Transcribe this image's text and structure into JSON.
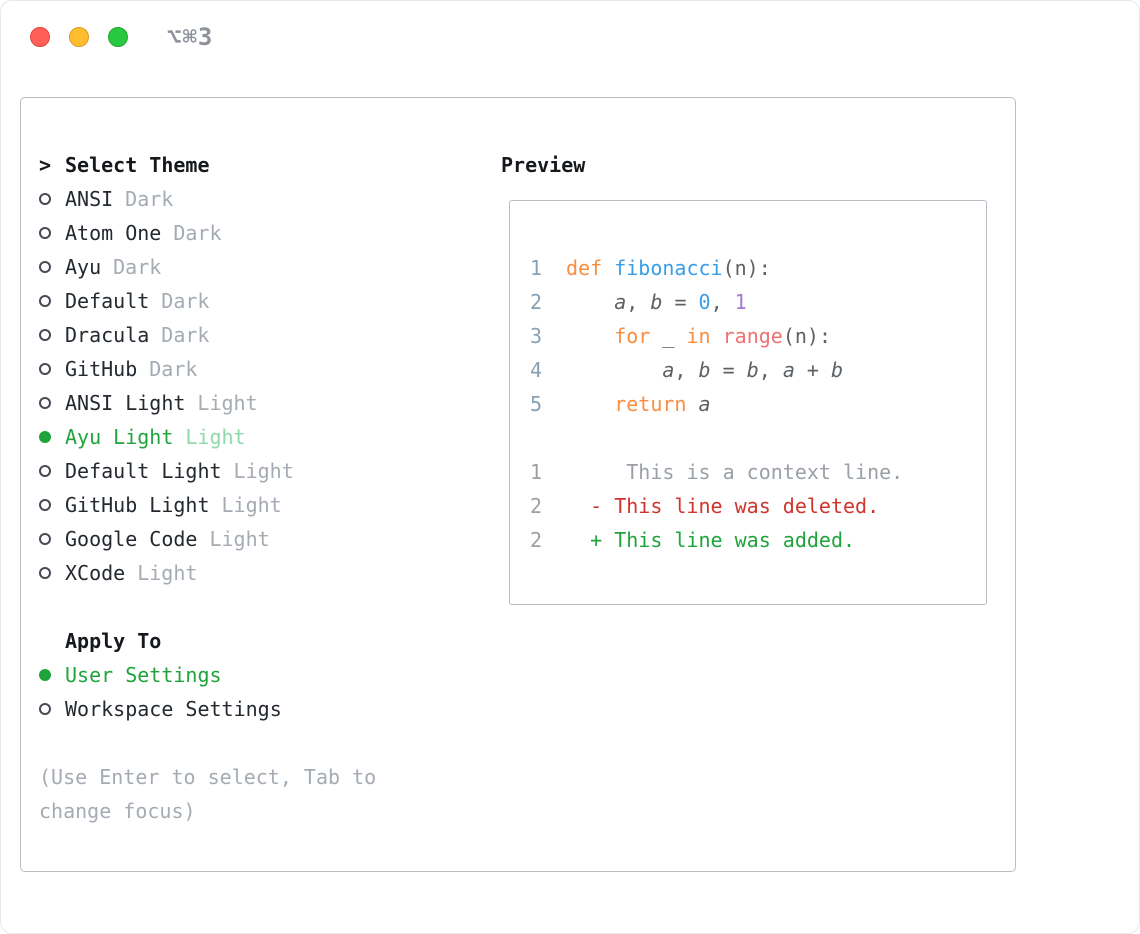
{
  "window": {
    "shortcut_title": "⌥⌘3"
  },
  "palette": {
    "accent_green": "#1fa43c",
    "muted_gray": "#a5abb3",
    "text_black": "#24292f",
    "border_gray": "#b8bec6",
    "keyword_orange": "#fa8d3e",
    "function_blue": "#399ee6",
    "number_purple": "#a37acc",
    "builtin_coral": "#f07171",
    "deleted_red": "#d0342c",
    "added_green": "#1fa43c",
    "traffic_red": "#ff5f57",
    "traffic_yellow": "#febc2e",
    "traffic_green": "#28c840"
  },
  "theme_picker": {
    "header_prefix": ">",
    "header_label": "Select Theme",
    "items": [
      {
        "name": "ANSI",
        "variant": "Dark",
        "selected": false
      },
      {
        "name": "Atom One",
        "variant": "Dark",
        "selected": false
      },
      {
        "name": "Ayu",
        "variant": "Dark",
        "selected": false
      },
      {
        "name": "Default",
        "variant": "Dark",
        "selected": false
      },
      {
        "name": "Dracula",
        "variant": "Dark",
        "selected": false
      },
      {
        "name": "GitHub",
        "variant": "Dark",
        "selected": false
      },
      {
        "name": "ANSI Light",
        "variant": "Light",
        "selected": false
      },
      {
        "name": "Ayu Light",
        "variant": "Light",
        "selected": true
      },
      {
        "name": "Default Light",
        "variant": "Light",
        "selected": false
      },
      {
        "name": "GitHub Light",
        "variant": "Light",
        "selected": false
      },
      {
        "name": "Google Code",
        "variant": "Light",
        "selected": false
      },
      {
        "name": "XCode",
        "variant": "Light",
        "selected": false
      }
    ],
    "apply_to_label": "Apply To",
    "apply_options": [
      {
        "label": "User Settings",
        "selected": true
      },
      {
        "label": "Workspace Settings",
        "selected": false
      }
    ],
    "help_line1": "(Use Enter to select, Tab to",
    "help_line2": "change focus)"
  },
  "preview": {
    "header_label": "Preview",
    "code_lines": [
      {
        "num": "1",
        "tokens": [
          {
            "t": "def ",
            "c": "keyword"
          },
          {
            "t": "fibonacci",
            "c": "function"
          },
          {
            "t": "(n):",
            "c": "default"
          }
        ]
      },
      {
        "num": "2",
        "tokens": [
          {
            "t": "    ",
            "c": "default"
          },
          {
            "t": "a",
            "c": "variable"
          },
          {
            "t": ", ",
            "c": "default"
          },
          {
            "t": "b",
            "c": "variable"
          },
          {
            "t": " = ",
            "c": "default"
          },
          {
            "t": "0",
            "c": "number-blue"
          },
          {
            "t": ", ",
            "c": "default"
          },
          {
            "t": "1",
            "c": "number-purple"
          }
        ]
      },
      {
        "num": "3",
        "tokens": [
          {
            "t": "    ",
            "c": "default"
          },
          {
            "t": "for",
            "c": "keyword"
          },
          {
            "t": " ",
            "c": "default"
          },
          {
            "t": "_",
            "c": "variable"
          },
          {
            "t": " ",
            "c": "default"
          },
          {
            "t": "in",
            "c": "keyword"
          },
          {
            "t": " ",
            "c": "default"
          },
          {
            "t": "range",
            "c": "builtin"
          },
          {
            "t": "(n):",
            "c": "default"
          }
        ]
      },
      {
        "num": "4",
        "tokens": [
          {
            "t": "        ",
            "c": "default"
          },
          {
            "t": "a",
            "c": "variable"
          },
          {
            "t": ", ",
            "c": "default"
          },
          {
            "t": "b",
            "c": "variable"
          },
          {
            "t": " = ",
            "c": "default"
          },
          {
            "t": "b",
            "c": "variable"
          },
          {
            "t": ", ",
            "c": "default"
          },
          {
            "t": "a",
            "c": "variable"
          },
          {
            "t": " + ",
            "c": "default"
          },
          {
            "t": "b",
            "c": "variable"
          }
        ]
      },
      {
        "num": "5",
        "tokens": [
          {
            "t": "    ",
            "c": "default"
          },
          {
            "t": "return",
            "c": "keyword"
          },
          {
            "t": " ",
            "c": "default"
          },
          {
            "t": "a",
            "c": "variable"
          }
        ]
      }
    ],
    "diff_lines": [
      {
        "num": "1",
        "text": "     This is a context line.",
        "type": "context"
      },
      {
        "num": "2",
        "text": "  - This line was deleted.",
        "type": "deleted"
      },
      {
        "num": "2",
        "text": "  + This line was added.",
        "type": "added"
      }
    ]
  }
}
